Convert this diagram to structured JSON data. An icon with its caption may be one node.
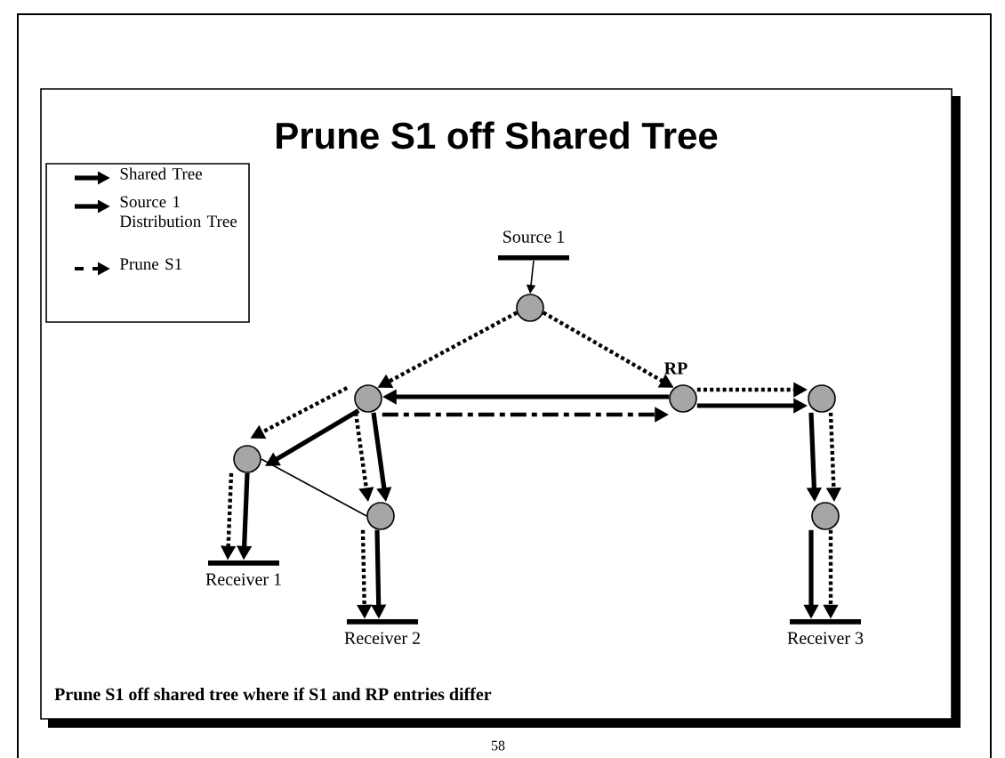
{
  "diagram": {
    "title": "Prune S1 off Shared Tree",
    "nodes": [
      {
        "text": [
          "Source 1"
        ]
      },
      {
        "text": [],
        "shape": "circle"
      },
      {
        "text": [],
        "shape": "circle"
      },
      {
        "text": [],
        "shape": "circle",
        "beside": [
          "RP"
        ]
      },
      {
        "text": [],
        "shape": "circle"
      },
      {
        "text": [],
        "shape": "circle"
      },
      {
        "text": [],
        "shape": "circle"
      },
      {
        "text": [],
        "shape": "circle"
      },
      {
        "text": [
          "Receiver 1"
        ]
      },
      {
        "text": [
          "Receiver 2"
        ]
      },
      {
        "text": [
          "Receiver 3"
        ]
      }
    ],
    "edges": [
      {
        "from": 0,
        "to": 1,
        "arrow": "to"
      },
      {
        "from": 1,
        "to": 2,
        "arrow": "to",
        "style": "dashed"
      },
      {
        "from": 1,
        "to": 3,
        "arrow": "to",
        "style": "dashed"
      },
      {
        "from": 3,
        "to": 2,
        "arrow": "to"
      },
      {
        "from": 2,
        "to": 3,
        "arrow": "to",
        "style": "dashed"
      },
      {
        "from": 3,
        "to": 6,
        "arrow": "to",
        "style": "dashed"
      },
      {
        "from": 3,
        "to": 6,
        "arrow": "to"
      },
      {
        "from": 2,
        "to": 4,
        "arrow": "to",
        "style": "dashed"
      },
      {
        "from": 2,
        "to": 4,
        "arrow": "to"
      },
      {
        "from": 2,
        "to": 5,
        "arrow": "to",
        "style": "dashed"
      },
      {
        "from": 2,
        "to": 5,
        "arrow": "to"
      },
      {
        "from": 4,
        "to": 5,
        "arrow": "none"
      },
      {
        "from": 4,
        "to": 8,
        "arrow": "to",
        "style": "dashed"
      },
      {
        "from": 4,
        "to": 8,
        "arrow": "to"
      },
      {
        "from": 5,
        "to": 9,
        "arrow": "to",
        "style": "dashed"
      },
      {
        "from": 5,
        "to": 9,
        "arrow": "to"
      },
      {
        "from": 6,
        "to": 7,
        "arrow": "to"
      },
      {
        "from": 6,
        "to": 7,
        "arrow": "to",
        "style": "dashed"
      },
      {
        "from": 7,
        "to": 10,
        "arrow": "to"
      },
      {
        "from": 7,
        "to": 10,
        "arrow": "to",
        "style": "dashed"
      }
    ],
    "labels": [
      "Prune S1 off shared tree where if S1 and RP entries differ",
      "58"
    ],
    "legend": [
      {
        "text": "Shared Tree"
      },
      {
        "text": "Source 1 Distribution Tree"
      },
      {
        "text": "Prune S1"
      }
    ]
  }
}
